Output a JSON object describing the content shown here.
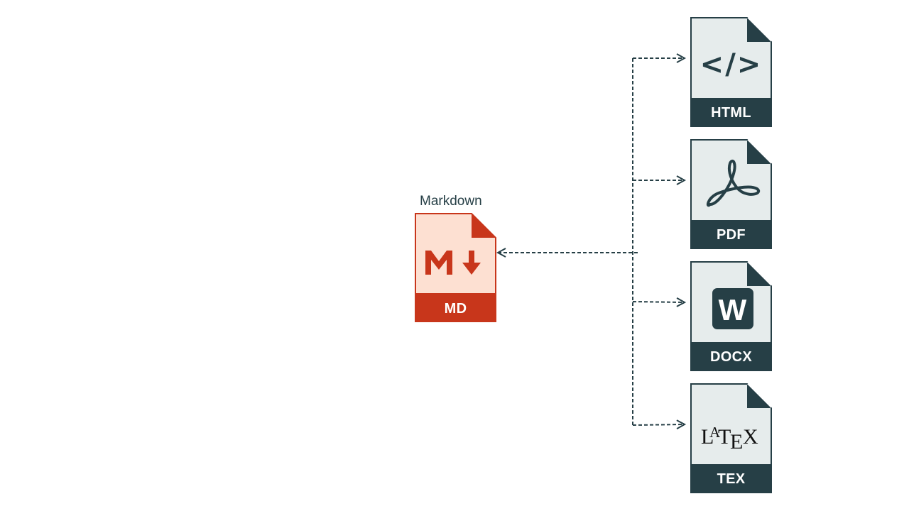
{
  "source": {
    "caption": "Markdown",
    "label": "MD",
    "icon": "markdown-icon"
  },
  "targets": [
    {
      "label": "HTML",
      "icon": "code-brackets-icon"
    },
    {
      "label": "PDF",
      "icon": "acrobat-icon"
    },
    {
      "label": "DOCX",
      "icon": "word-icon"
    },
    {
      "label": "TEX",
      "icon": "latex-icon"
    }
  ],
  "icon_text": {
    "html_glyph": "</>",
    "word_letter": "W",
    "latex_logo": "LaTeX"
  },
  "colors": {
    "source_accent": "#c8361b",
    "source_fill": "#fde0d2",
    "target_dark": "#263f46",
    "target_fill": "#e6ecec",
    "arrow": "#263f46"
  }
}
